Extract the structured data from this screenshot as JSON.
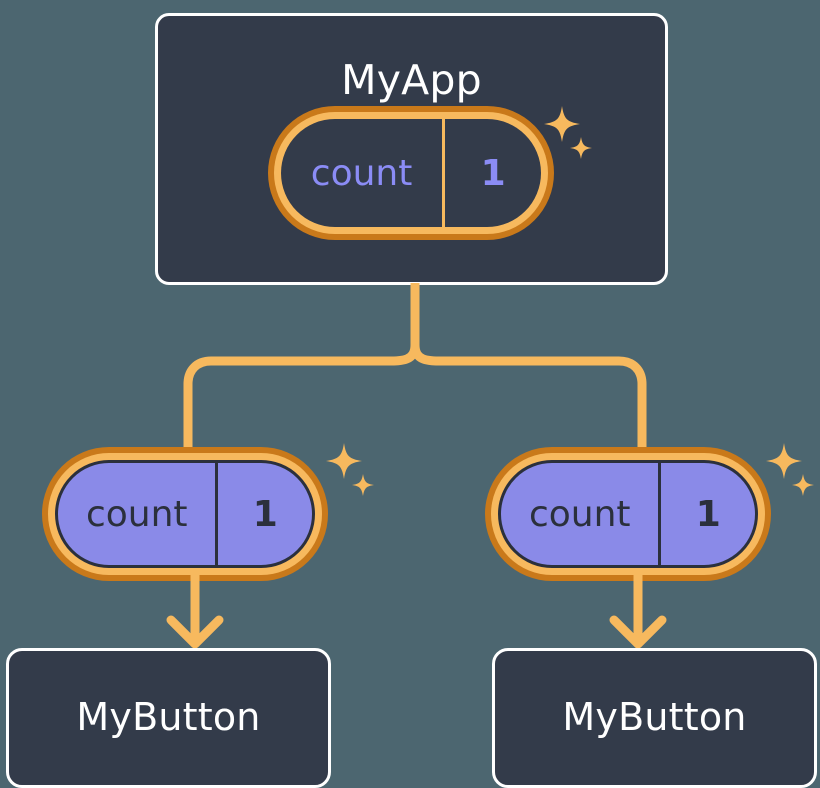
{
  "diagram": {
    "title": "component state tree",
    "background_color": "#4c6670",
    "accent_color": "#f7b95e",
    "ring_outer_color": "#c9791a",
    "state_fill_color": "#8a8ae8",
    "card_fill_color": "#333b4a",
    "state_text_color_dark": "#8b8cf5"
  },
  "root": {
    "label": "MyApp",
    "state": {
      "key": "count",
      "value": "1"
    },
    "sparkle": "sparkle-icon"
  },
  "children": [
    {
      "state": {
        "key": "count",
        "value": "1"
      },
      "sparkle": "sparkle-icon",
      "component": {
        "label": "MyButton"
      }
    },
    {
      "state": {
        "key": "count",
        "value": "1"
      },
      "sparkle": "sparkle-icon",
      "component": {
        "label": "MyButton"
      }
    }
  ],
  "connectors": {
    "tree": "branch-connector",
    "arrows": [
      "down-arrow",
      "down-arrow"
    ]
  }
}
